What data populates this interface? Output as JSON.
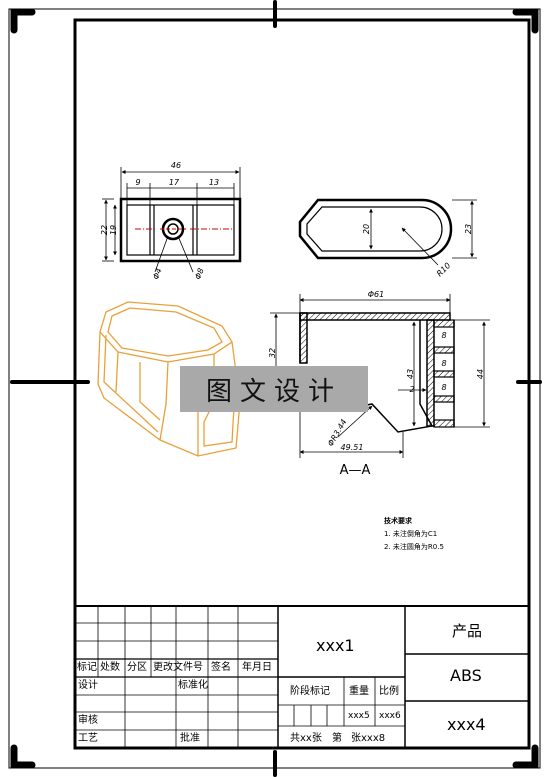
{
  "dimensions": {
    "top_width": "46",
    "seg_left": "9",
    "seg_mid": "17",
    "seg_right": "13",
    "left_outer": "22",
    "left_inner": "19",
    "hole_small": "Φ4",
    "hole_large": "Φ8",
    "side_inner": "20",
    "side_outer": "23",
    "side_radius": "R10",
    "section_top": "Φ61",
    "section_left": "32",
    "section_mid": "43",
    "section_right": "44",
    "section_small": "2",
    "section_rib1": "8",
    "section_rib2": "8",
    "section_rib3": "8",
    "section_angle": "ΦR3.44",
    "section_bottom": "49.51"
  },
  "section_label": "A—A",
  "watermark_text": "图文设计",
  "tech_notes": {
    "title": "技术要求",
    "line1": "1. 未注倒角为C1",
    "line2": "2. 未注圆角为R0.5"
  },
  "title_block": {
    "header": [
      "标记",
      "处数",
      "分区",
      "更改文件号",
      "签名",
      "年月日"
    ],
    "design": "设计",
    "standardize": "标准化",
    "review": "审核",
    "process": "工艺",
    "approve": "批准",
    "drawing_name": "xxx1",
    "stage_mark": "阶段标记",
    "weight": "重量",
    "scale": "比例",
    "weight_value": "xxx5",
    "scale_value": "xxx6",
    "sheets_total": "共xx张",
    "sheet_label": "第",
    "sheet_no": "张xxx8",
    "product_label": "产品",
    "material": "ABS",
    "drawing_code": "xxx4"
  },
  "colors": {
    "line": "#000000",
    "center_line": "#d40000",
    "iso_model": "#e8a13a",
    "watermark_bg": "#a9a9a9"
  }
}
